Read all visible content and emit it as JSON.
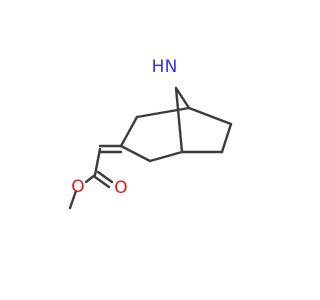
{
  "structure": {
    "atoms": {
      "nitrogen": {
        "label": "N",
        "color": "#3333e6"
      },
      "hydrogen": {
        "label": "H",
        "color": "#3333e6"
      },
      "carbonyl_oxygen": {
        "label": "O",
        "color": "#e61919"
      },
      "ester_oxygen": {
        "label": "O",
        "color": "#e61919"
      }
    },
    "bond_color": "#3c3c3c"
  }
}
